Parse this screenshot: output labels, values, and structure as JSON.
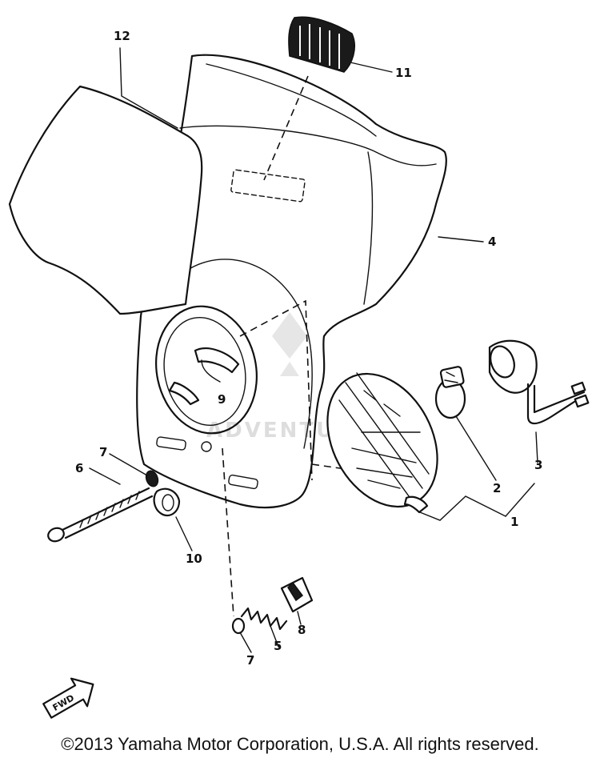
{
  "diagram": {
    "part_labels": [
      "1",
      "2",
      "3",
      "4",
      "5",
      "6",
      "7",
      "7",
      "8",
      "9",
      "10",
      "11",
      "12"
    ],
    "forward_marker": "FWD",
    "watermark": "ADVENTURE",
    "copyright": "©2013 Yamaha Motor Corporation, U.S.A. All rights reserved."
  },
  "colors": {
    "line": "#111111",
    "background": "#ffffff",
    "watermark": "#dddddd"
  },
  "icons": [
    "headlight-lens",
    "bulb",
    "socket-with-wires",
    "headlight-cover",
    "spring",
    "bolt",
    "washer",
    "clip",
    "grommet",
    "number-plate"
  ]
}
